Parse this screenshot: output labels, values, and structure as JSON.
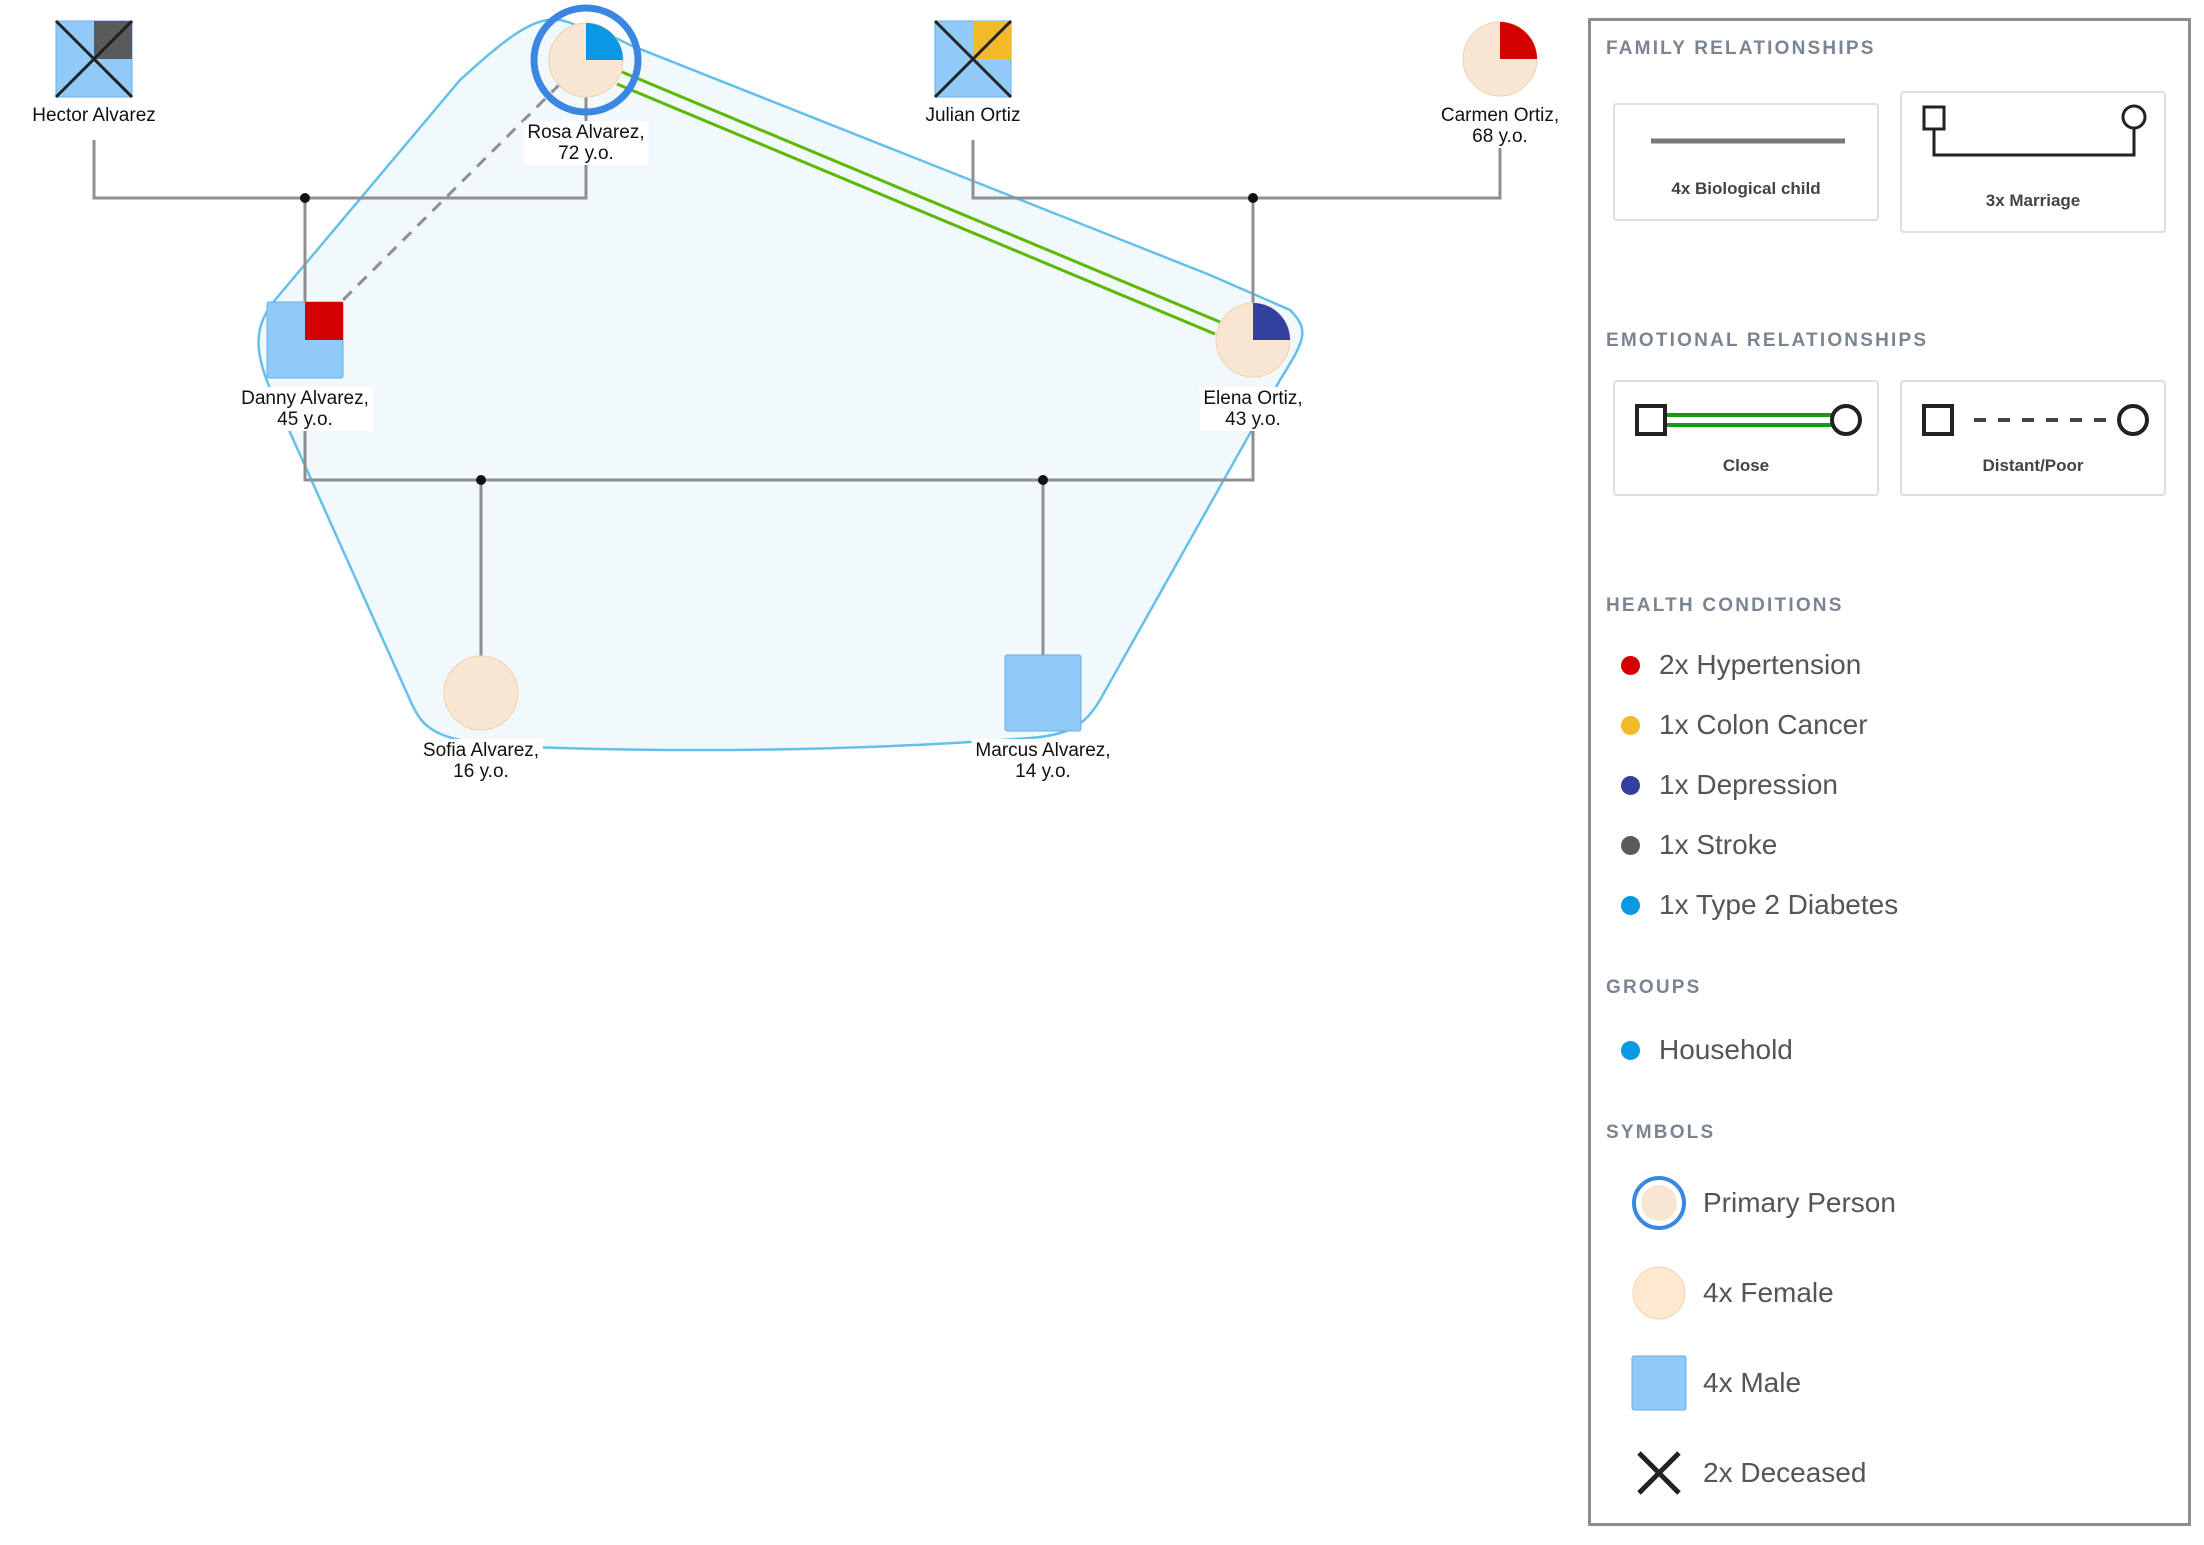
{
  "people": {
    "hector": {
      "name": "Hector Alvarez",
      "age": ""
    },
    "rosa": {
      "name": "Rosa Alvarez,",
      "age": "72 y.o."
    },
    "julian": {
      "name": "Julian Ortiz",
      "age": ""
    },
    "carmen": {
      "name": "Carmen Ortiz,",
      "age": "68 y.o."
    },
    "danny": {
      "name": "Danny Alvarez,",
      "age": "45 y.o."
    },
    "elena": {
      "name": "Elena Ortiz,",
      "age": "43 y.o."
    },
    "sofia": {
      "name": "Sofia Alvarez,",
      "age": "16 y.o."
    },
    "marcus": {
      "name": "Marcus Alvarez,",
      "age": "14 y.o."
    }
  },
  "legend": {
    "family_title": "FAMILY RELATIONSHIPS",
    "bio_child": "4x Biological child",
    "marriage": "3x Marriage",
    "emotional_title": "EMOTIONAL RELATIONSHIPS",
    "close": "Close",
    "distant": "Distant/Poor",
    "health_title": "HEALTH CONDITIONS",
    "health_items": [
      {
        "label": "2x Hypertension",
        "color": "#d40000"
      },
      {
        "label": "1x Colon Cancer",
        "color": "#f2b928"
      },
      {
        "label": "1x Depression",
        "color": "#34409e"
      },
      {
        "label": "1x Stroke",
        "color": "#5a5a5a"
      },
      {
        "label": "1x Type 2 Diabetes",
        "color": "#0a97e4"
      }
    ],
    "groups_title": "GROUPS",
    "groups_items": [
      {
        "label": "Household",
        "color": "#0a97e4"
      }
    ],
    "symbols_title": "SYMBOLS",
    "symbols": {
      "primary": "Primary Person",
      "female": "4x Female",
      "male": "4x Male",
      "deceased": "2x Deceased"
    }
  },
  "colors": {
    "female_fill": "#f8e6d2",
    "male_fill": "#90caf9",
    "household": "#64c0ea",
    "close_line": "#5cb800",
    "relationship_line": "#8f8f8f",
    "primary_ring": "#3a86e0"
  }
}
